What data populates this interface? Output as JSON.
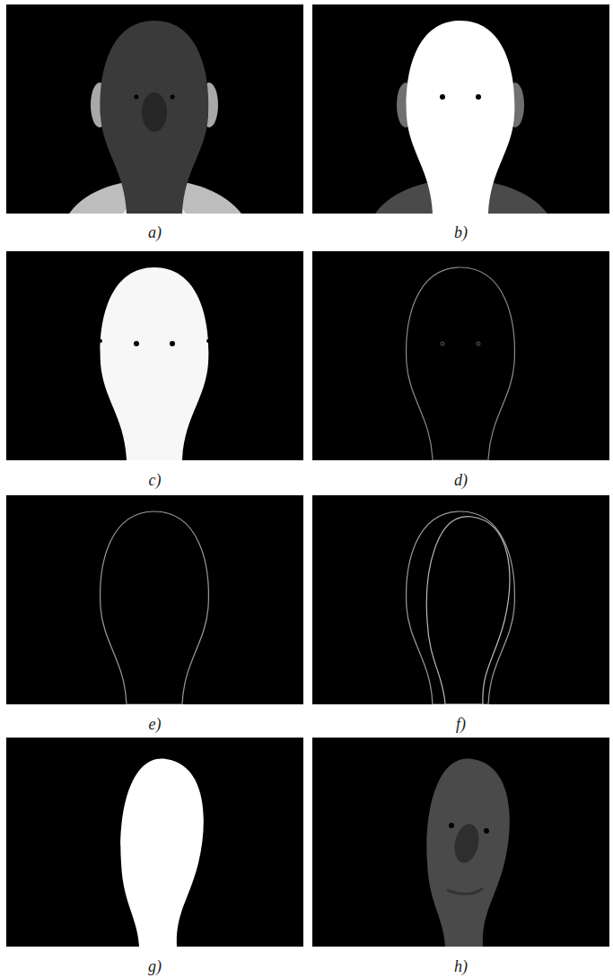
{
  "diagram": {
    "labels": [
      "a)",
      "b)",
      "c)",
      "d)",
      "e)",
      "f)",
      "g)",
      "h)"
    ]
  }
}
